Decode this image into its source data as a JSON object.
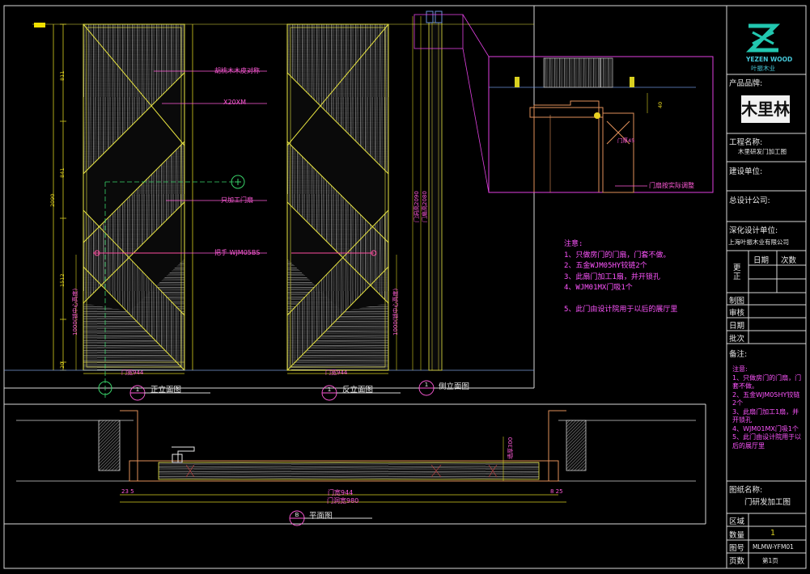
{
  "colors": {
    "background": "#000000",
    "frame": "#d8d8d8",
    "door_outline": "#e8e440",
    "dimension": "#d8d020",
    "annotation": "#ff5ad8",
    "detail_box": "#e040e0",
    "logo": "#22c7b0"
  },
  "title_block": {
    "logo_latin": "YEZEN WOOD",
    "logo_cn": "叶振木业",
    "product_label": "产品品牌:",
    "brand_mark": "木里林",
    "project_label": "工程名称:",
    "project_value": "木里研发门加工图",
    "builder_label": "建设单位:",
    "designer_label": "总设计公司:",
    "deepen_label": "深化设计单位:",
    "deepen_value": "上海叶振木业有限公司",
    "revision_label": "更正",
    "date_label": "日期",
    "times_label": "次数",
    "drawn_label": "制图",
    "review_label": "审核",
    "date2_label": "日期",
    "approve_label": "批次",
    "remarks_label": "备注:",
    "drawing_name_label": "图纸名称:",
    "drawing_name_value": "门研发加工图",
    "area_label": "区域",
    "qty_label": "数量",
    "qty_value": "1",
    "drawing_no_label": "图号",
    "drawing_no_value": "MLMW-YFM01",
    "page_label": "页数",
    "page_value": "第1页"
  },
  "notes": {
    "heading": "注意:",
    "items": [
      "1、只做房门的门扇，门套不做。",
      "2、五金WJM05HY铰链2个",
      "3、此扇门加工1扇，并开锁孔",
      "4、WJM01MX门吸1个",
      "5、此门由设计院用于以后的展厅里"
    ]
  },
  "remarks_notes": [
    "注意:",
    "1、只做房门的门扇，门套不做。",
    "2、五金WJM05HY铰链2个",
    "3、此扇门加工1扇，并开锁孔",
    "4、WJM01MX门吸1个",
    "5、此门由设计院用于以后的展厅里"
  ],
  "views": {
    "front": {
      "title": "正立面图",
      "num": "1"
    },
    "back": {
      "title": "反立面图",
      "num": "1"
    },
    "side": {
      "title": "侧立面图",
      "num": "1"
    },
    "plan": {
      "title": "平面图",
      "num": "B"
    }
  },
  "annotations": {
    "veneer": "胡桃木木皮对称",
    "size": "X20XM",
    "process": "只加工门扇",
    "handle": "把手 WJM05BS",
    "lock_height": "1000(锁中心高度)",
    "door_width_front": "门宽944",
    "door_width_back": "门宽944",
    "door_hole": "门洞高2090",
    "plan_door_width": "门宽944",
    "plan_hole_width": "门洞宽980",
    "plan_thickness": "墙厚300",
    "detail_note": "门扇按实际调整",
    "side_a": "门扇高2080",
    "side_b": "门厚45"
  },
  "dims_front": [
    "811",
    "841",
    "2090",
    "1512",
    "20"
  ],
  "dims_plan": [
    "23 5",
    "8 25"
  ],
  "dims_detail": [
    "40",
    "45"
  ]
}
